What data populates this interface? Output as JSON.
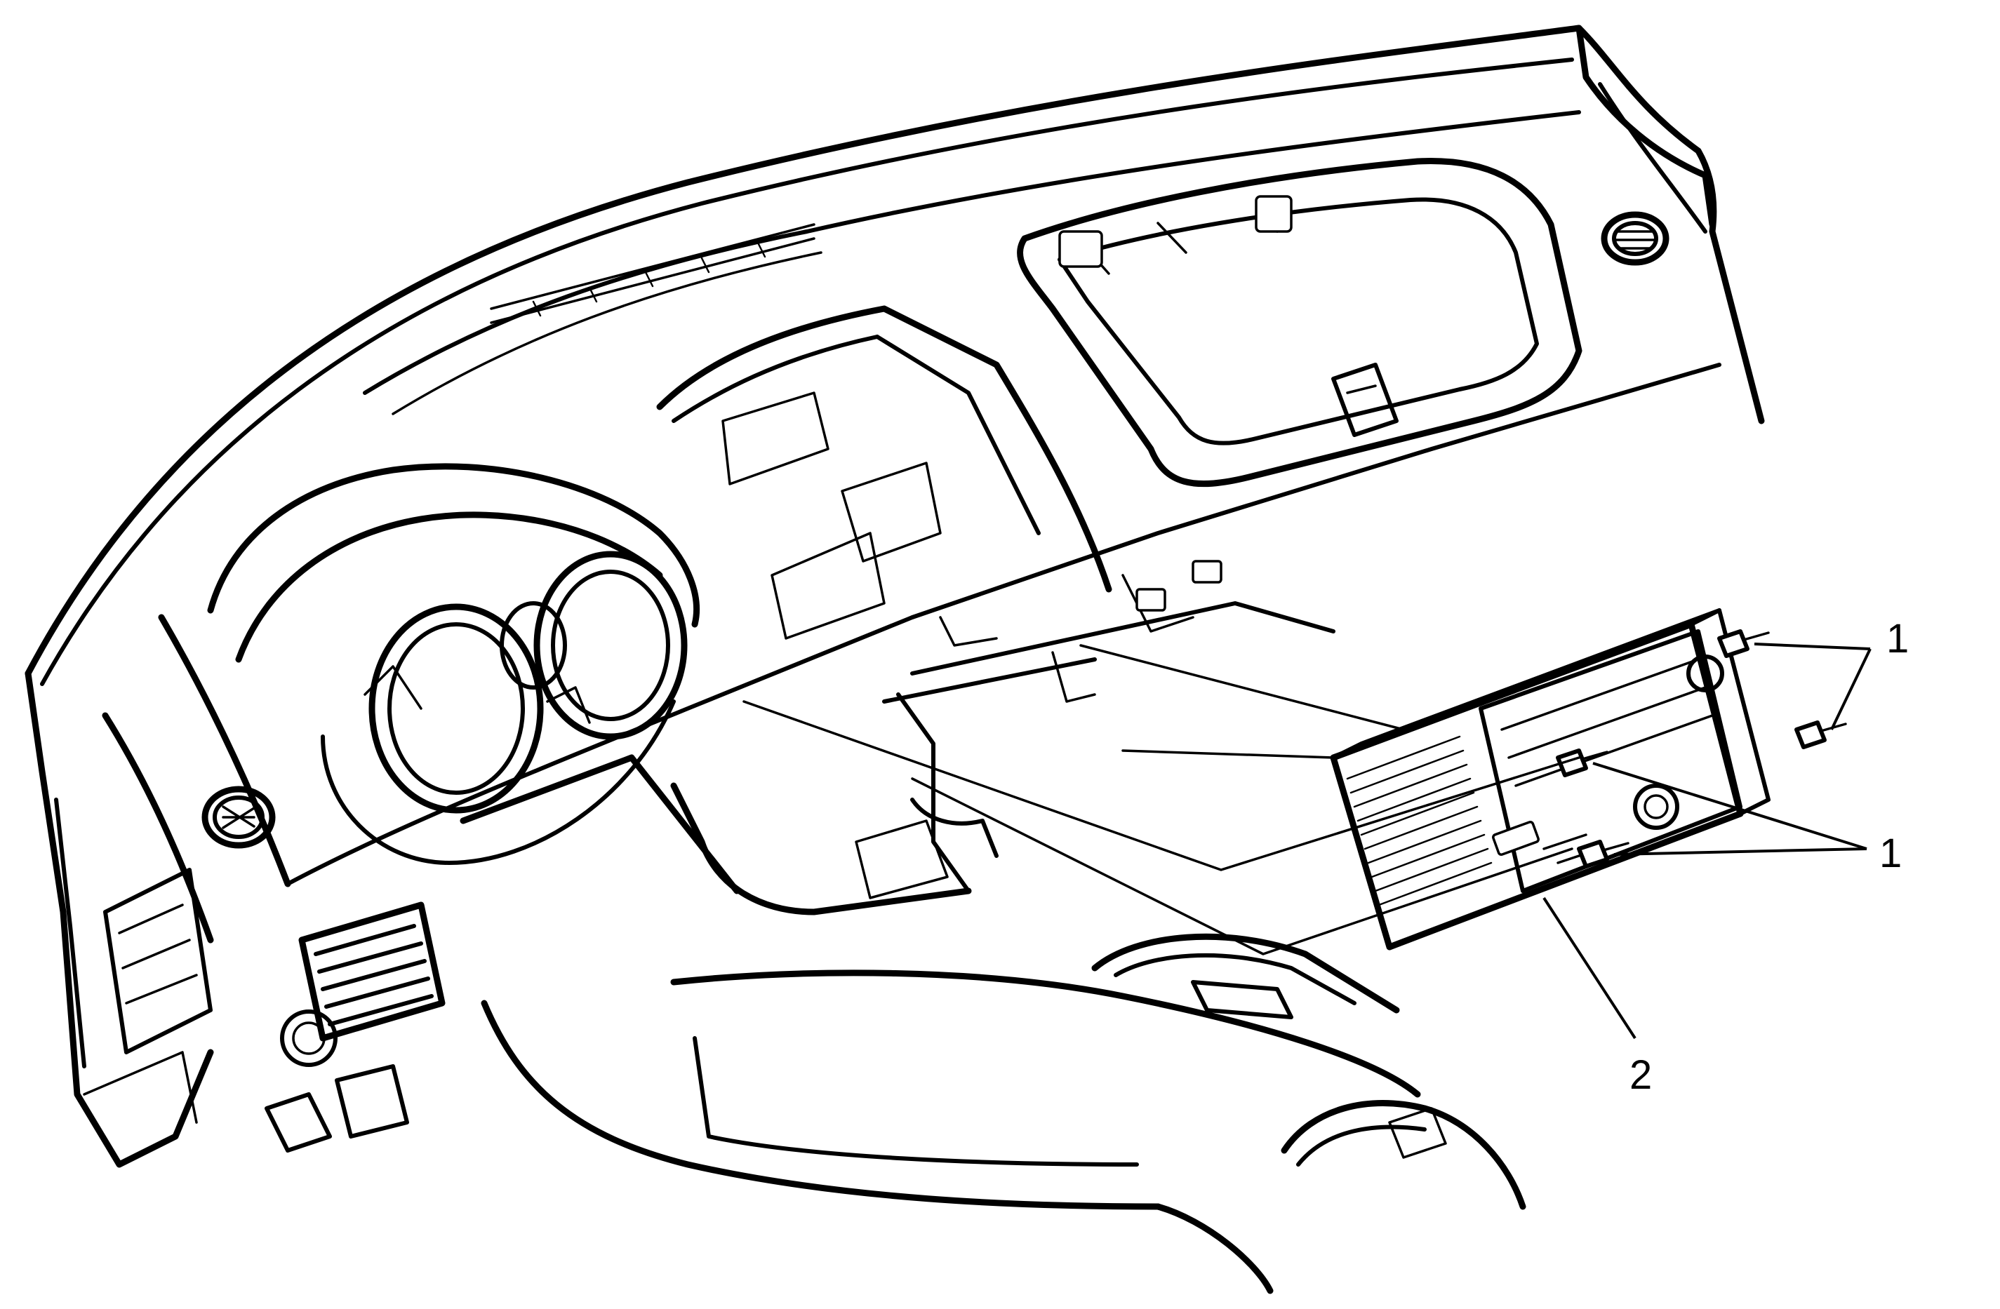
{
  "callouts": {
    "fastener_label_upper": "1",
    "fastener_label_lower": "1",
    "radio_label": "2"
  }
}
